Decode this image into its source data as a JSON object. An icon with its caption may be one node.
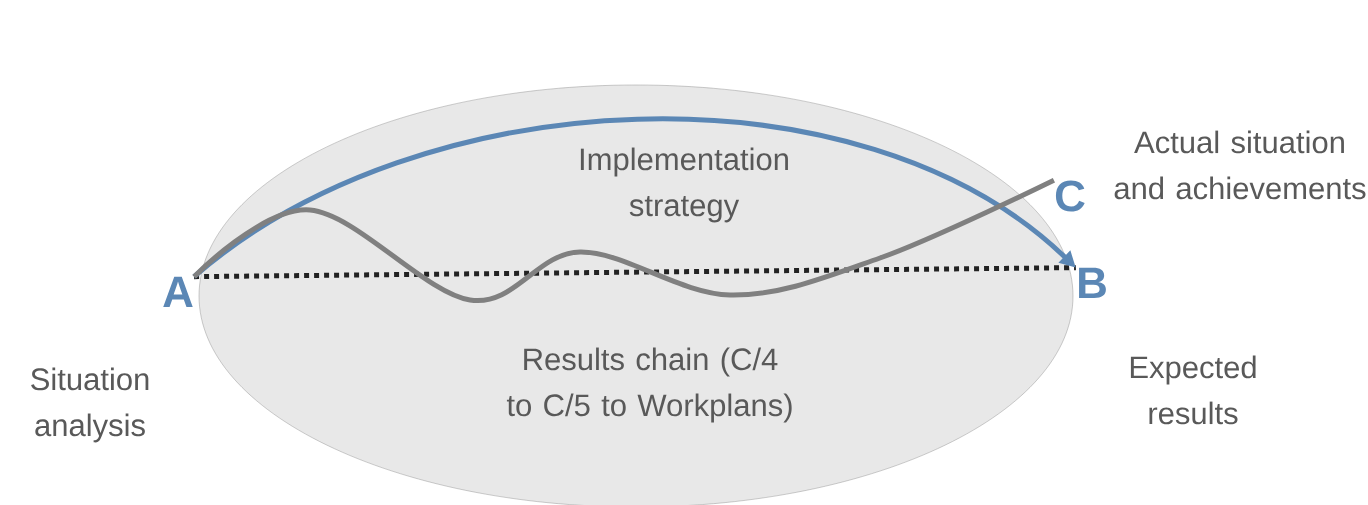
{
  "diagram": {
    "nodes": [
      {
        "text": [
          "A"
        ],
        "beside": [
          "Situation analysis"
        ]
      },
      {
        "text": [
          "B"
        ],
        "beside": [
          "Expected results"
        ]
      },
      {
        "text": [
          "C"
        ],
        "beside": [
          "Actual situation and achievements"
        ]
      }
    ],
    "edges": [
      {
        "from": 0,
        "to": 1,
        "arrow": "to",
        "color": "#5b87b5"
      },
      {
        "from": 0,
        "to": 2,
        "arrow": "none",
        "color": "#808080"
      },
      {
        "from": 0,
        "to": 1,
        "arrow": "none",
        "style": "dashed",
        "color": "#222222"
      }
    ],
    "labels": [
      "Implementation strategy",
      "Results chain (C/4 to C/5 to Workplans)"
    ]
  }
}
